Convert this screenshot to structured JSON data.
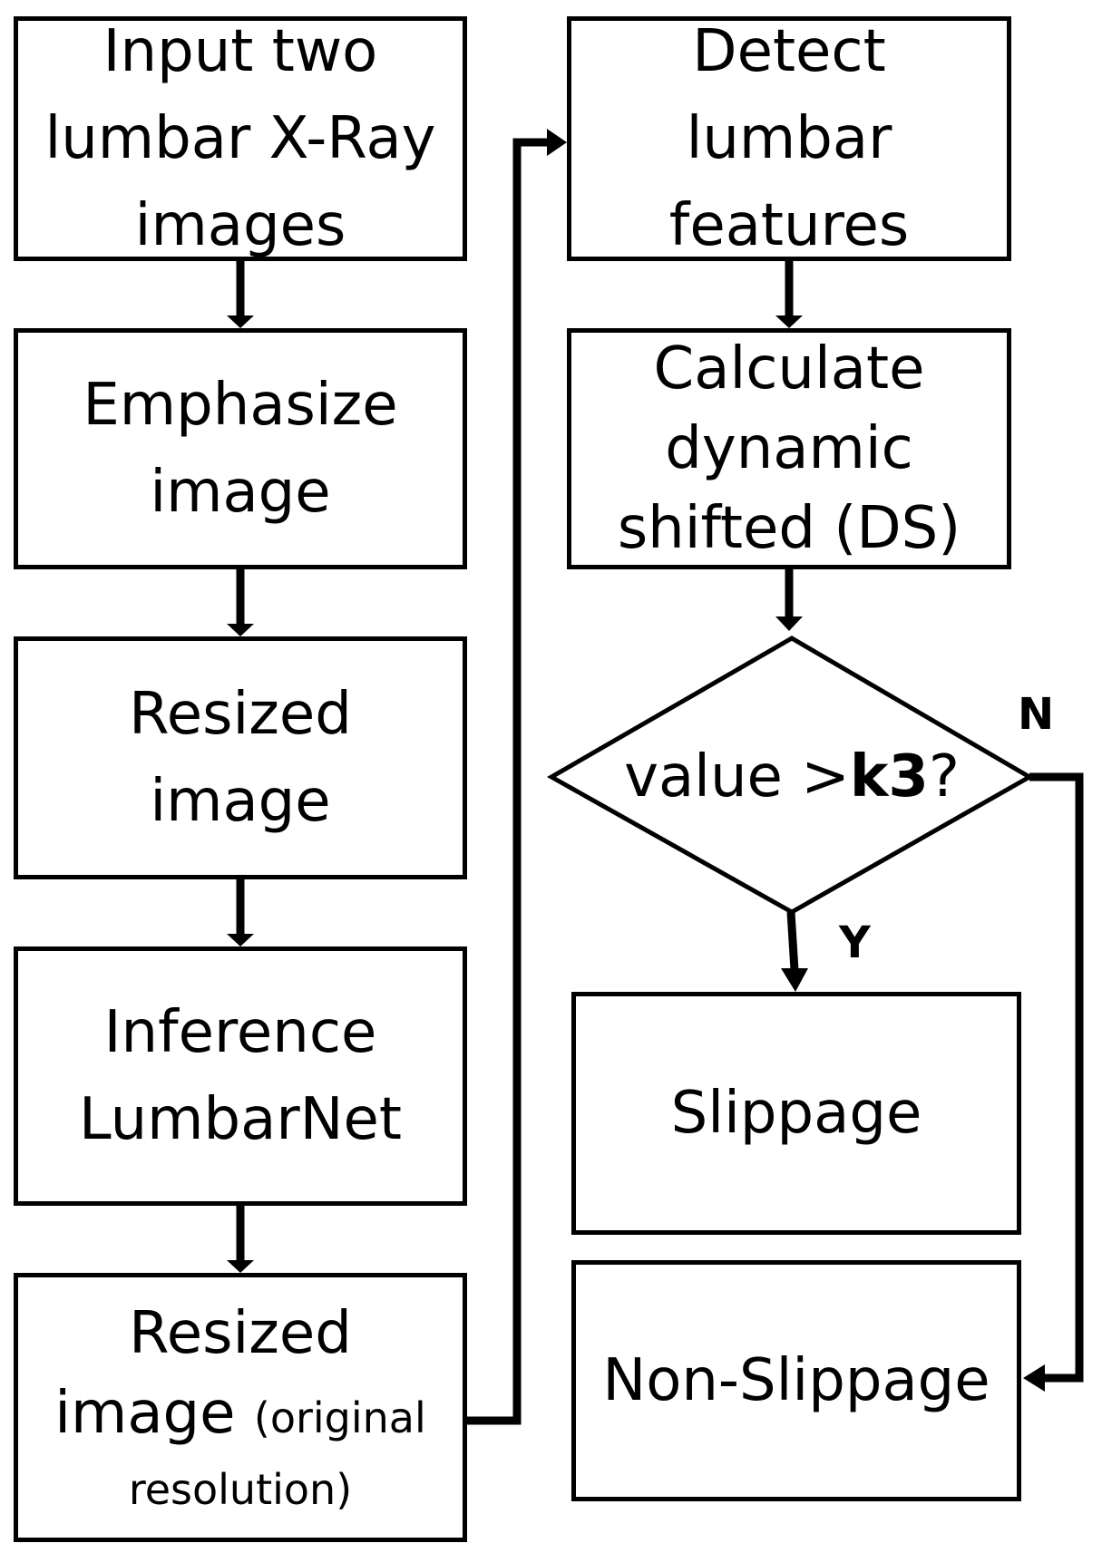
{
  "nodes": {
    "input": [
      "Input two",
      "lumbar X-Ray",
      "images"
    ],
    "emphasize": [
      "Emphasize",
      "image"
    ],
    "resized": [
      "Resized",
      "image"
    ],
    "inference": [
      "Inference",
      "LumbarNet"
    ],
    "resized_orig": {
      "line1": "Resized",
      "line2_main": "image",
      "line2_small": "(original",
      "line3": "resolution)"
    },
    "detect": [
      "Detect",
      "lumbar",
      "features"
    ],
    "calculate": [
      "Calculate",
      "dynamic",
      "shifted (DS)"
    ],
    "decision": {
      "prefix": "value >",
      "bold": "k3",
      "suffix": "?"
    },
    "slippage": [
      "Slippage"
    ],
    "non_slippage": [
      "Non-Slippage"
    ]
  },
  "branches": {
    "no": "N",
    "yes": "Y"
  }
}
